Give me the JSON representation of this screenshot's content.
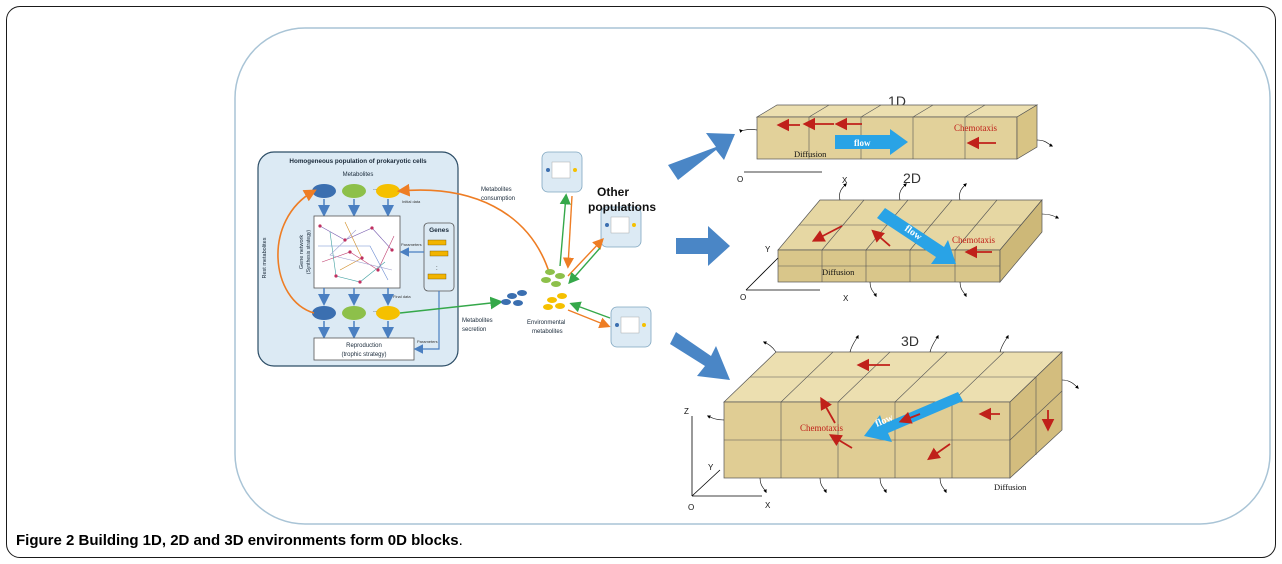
{
  "cell_panel": {
    "title": "Homogeneous population of prokaryotic cells",
    "metabolites_label": "Metabolites",
    "initial_data": "Initial data",
    "final_data": "Final data",
    "gene_network": "Gene network",
    "synthesis_strategy": "(Synthesis strategy)",
    "genes_label": "Genes",
    "parameters_top": "Parameters",
    "parameters_bottom": "Parameters",
    "reproduction": "Reproduction",
    "trophic_strategy": "(trophic strategy)",
    "rest_metabolites": "Rest metabolites",
    "ellipsis": "..."
  },
  "flow_labels": {
    "consumption_line1": "Metabolites",
    "consumption_line2": "consumption",
    "secretion_line1": "Metabolites",
    "secretion_line2": "secretion",
    "environmental_line1": "Environmental",
    "environmental_line2": "metabolites",
    "other_line1": "Other",
    "other_line2": "populations"
  },
  "env_1d": {
    "title": "1D",
    "chemotaxis": "Chemotaxis",
    "flow": "flow",
    "diffusion": "Diffusion",
    "axis_o": "O",
    "axis_x": "X"
  },
  "env_2d": {
    "title": "2D",
    "chemotaxis": "Chemotaxis",
    "flow": "flow",
    "diffusion": "Diffusion",
    "axis_o": "O",
    "axis_x": "X",
    "axis_y": "Y"
  },
  "env_3d": {
    "title": "3D",
    "chemotaxis": "Chemotaxis",
    "flow": "flow",
    "diffusion": "Diffusion",
    "axis_o": "O",
    "axis_x": "X",
    "axis_y": "Y",
    "axis_z": "Z"
  },
  "caption": {
    "label": "Figure 2",
    "text": "Building 1D, 2D and 3D environments form 0D blocks",
    "period": "."
  },
  "colors": {
    "panel_fill": "#dceaf4",
    "box_fill": "#e6d7a3",
    "flow_arrow": "#29a3e6",
    "big_arrow": "#4a86c6",
    "red_arrow": "#c0201a",
    "orange": "#ee7d24",
    "green": "#35a84a",
    "blue_metab": "#3b6fb0",
    "green_metab": "#8dc04a",
    "yellow_metab": "#f5c000"
  }
}
